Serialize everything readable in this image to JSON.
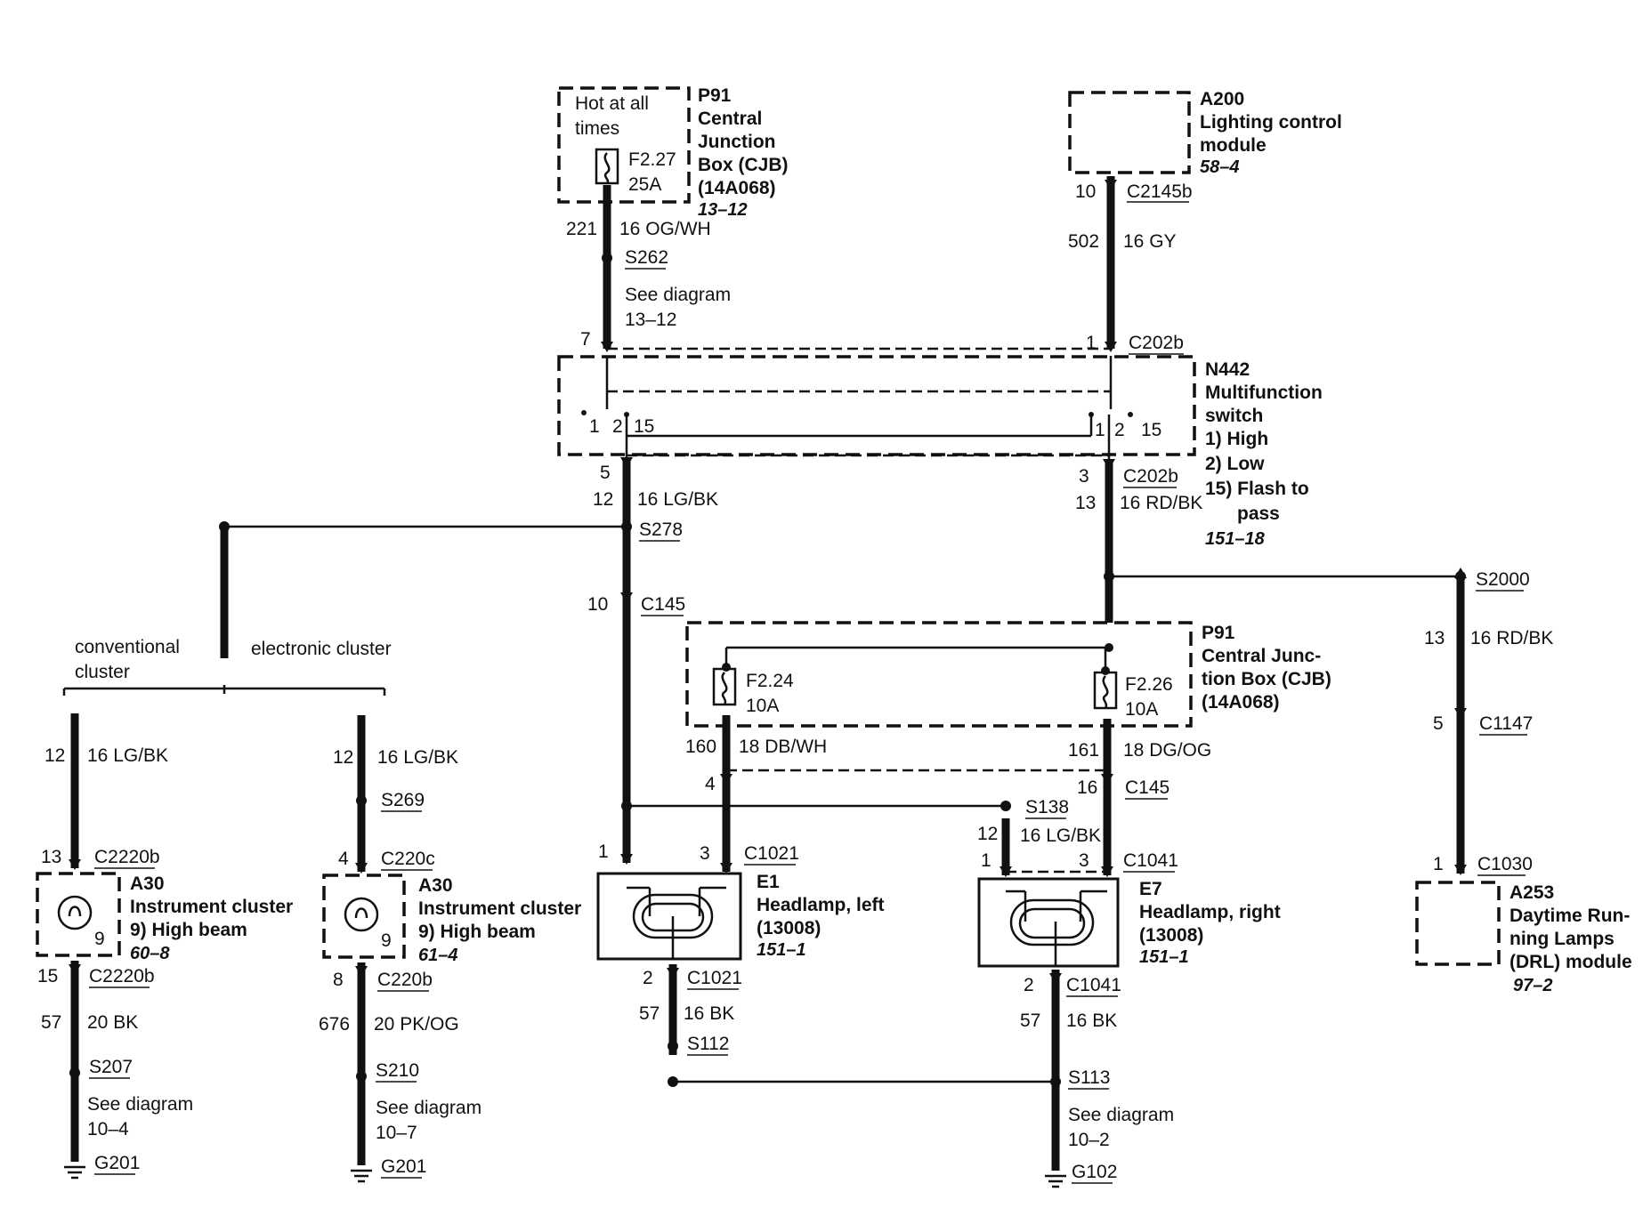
{
  "labels": {
    "hot_at_all": "Hot at all",
    "times": "times",
    "p91_top": "P91",
    "central": "Central",
    "junction": "Junction",
    "box_cjb": "Box (CJB)",
    "part_14a068_top": "(14A068)",
    "ref_13_12": "13–12",
    "f227": "F2.27",
    "amp_25a": "25A",
    "a200": "A200",
    "lighting_control": "Lighting control",
    "module": "module",
    "ref_58_4": "58–4",
    "pin_10_top": "10",
    "c2145b": "C2145b",
    "w221": "221",
    "g16_og_wh": "16 OG/WH",
    "w502": "502",
    "g16_gy": "16 GY",
    "s262": "S262",
    "see_diagram_1": "See diagram",
    "ref_13_12_b": "13–12",
    "pin_7": "7",
    "pin_1_top": "1",
    "c202b_top": "C202b",
    "n442": "N442",
    "multifunction": "Multifunction",
    "switch": "switch",
    "sw_1_high": "1)   High",
    "sw_2_low": "2)   Low",
    "sw_15_flash": "15) Flash to",
    "pass": "pass",
    "ref_151_18": "151–18",
    "sw_left_1": "1",
    "sw_left_2": "2",
    "sw_left_15": "15",
    "sw_right_1": "1",
    "sw_right_2": "2",
    "sw_right_15": "15",
    "pin_5": "5",
    "pin_12_left": "12",
    "g16_lg_bk_main": "16 LG/BK",
    "pin_3_sw": "3",
    "c202b_bottom": "C202b",
    "pin_13_sw": "13",
    "g16_rd_bk_main": "16 RD/BK",
    "s278": "S278",
    "pin_10_c145": "10",
    "c145_left": "C145",
    "s2000": "S2000",
    "pin_13_drl": "13",
    "g16_rd_bk_drl": "16 RD/BK",
    "p91_mid": "P91",
    "central_junc": "Central Junc-",
    "tion_box": "tion Box (CJB)",
    "part_14a068_mid": "(14A068)",
    "f224": "F2.24",
    "amp_10a_l": "10A",
    "f226": "F2.26",
    "amp_10a_r": "10A",
    "pin_5_drl": "5",
    "c1147": "C1147",
    "conventional": "conventional",
    "cluster": "cluster",
    "electronic_cluster": "electronic cluster",
    "w160": "160",
    "g18_db_wh": "18 DB/WH",
    "w161": "161",
    "g18_dg_og": "18 DG/OG",
    "pin_4_c145": "4",
    "pin_16_c145": "16",
    "c145_right": "C145",
    "conv_12": "12",
    "conv_16_lg_bk": "16 LG/BK",
    "elec_12": "12",
    "elec_16_lg_bk": "16 LG/BK",
    "s269": "S269",
    "s138": "S138",
    "s138_12": "12",
    "s138_16_lg_bk": "16 LG/BK",
    "conv_13": "13",
    "c2220b_a": "C2220b",
    "elec_4": "4",
    "c220c": "C220c",
    "a30_1": "A30",
    "instrument_cluster_1": "Instrument cluster",
    "high_beam_1": "9)   High beam",
    "ref_60_8": "60–8",
    "conv_9": "9",
    "a30_2": "A30",
    "instrument_cluster_2": "Instrument cluster",
    "high_beam_2": "9)   High beam",
    "ref_61_4": "61–4",
    "elec_9": "9",
    "e1_pin_1": "1",
    "e1_pin_3": "3",
    "c1021_top": "C1021",
    "e1": "E1",
    "headlamp_left": "Headlamp, left",
    "e1_part": "(13008)",
    "ref_151_1_l": "151–1",
    "e7_pin_1": "1",
    "e7_pin_3": "3",
    "c1041_top": "C1041",
    "e7": "E7",
    "headlamp_right": "Headlamp, right",
    "e7_part": "(13008)",
    "ref_151_1_r": "151–1",
    "drl_pin_1": "1",
    "c1030": "C1030",
    "a253": "A253",
    "daytime_run": "Daytime Run-",
    "ning_lamps": "ning Lamps",
    "drl_module": "(DRL) module",
    "ref_97_2": "97–2",
    "conv_15": "15",
    "c2220b_b": "C2220b",
    "elec_8": "8",
    "c220b": "C220b",
    "e1_pin_2": "2",
    "c1021_bottom": "C1021",
    "e7_pin_2": "2",
    "c1041_bottom": "C1041",
    "conv_57": "57",
    "conv_20_bk": "20 BK",
    "elec_676": "676",
    "elec_20_pk_og": "20 PK/OG",
    "e1_57": "57",
    "e1_16_bk": "16 BK",
    "e7_57": "57",
    "e7_16_bk": "16 BK",
    "s207": "S207",
    "s210": "S210",
    "s112": "S112",
    "s113": "S113",
    "see_diagram_2": "See diagram",
    "ref_10_4": "10–4",
    "see_diagram_3": "See diagram",
    "ref_10_7": "10–7",
    "see_diagram_4": "See diagram",
    "ref_10_2": "10–2",
    "g201_a": "G201",
    "g201_b": "G201",
    "g102": "G102"
  }
}
